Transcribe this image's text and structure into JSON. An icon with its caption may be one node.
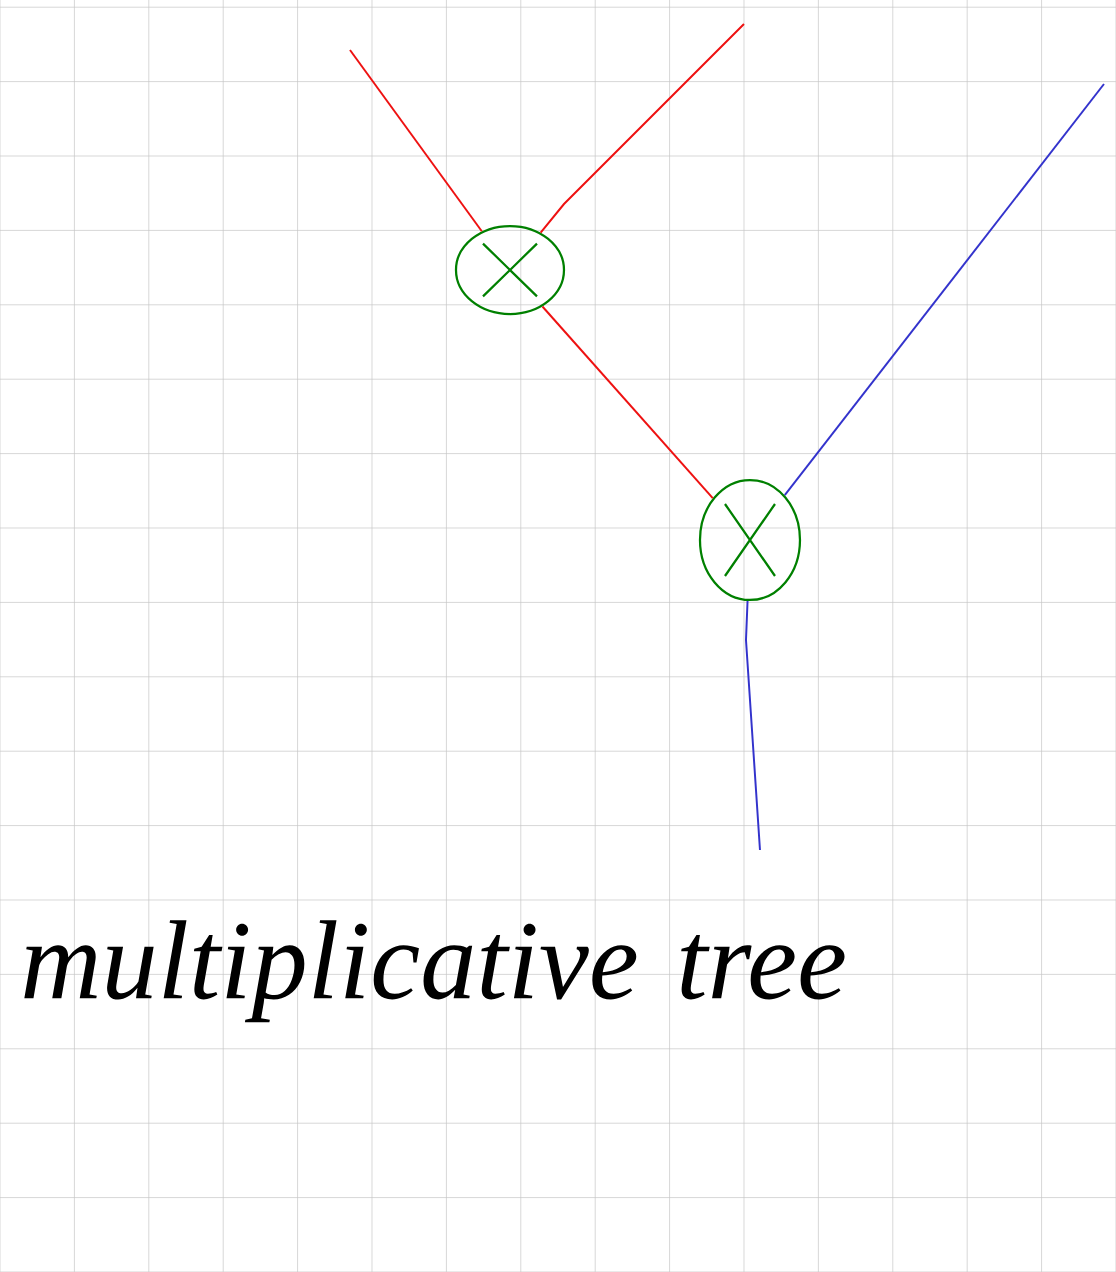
{
  "diagram": {
    "nodes": [
      {
        "text": [],
        "shape": "circle"
      },
      {
        "text": [],
        "shape": "circle"
      }
    ],
    "edges": [
      {
        "from": null,
        "to": 0,
        "arrow": "none"
      },
      {
        "from": null,
        "to": 0,
        "arrow": "none"
      },
      {
        "from": 0,
        "to": 1,
        "arrow": "none"
      },
      {
        "from": null,
        "to": 1,
        "arrow": "none",
        "color": "#3333cc"
      },
      {
        "from": 1,
        "to": null,
        "arrow": "none",
        "color": "#3333cc"
      }
    ],
    "labels": [
      "multiplicative tree"
    ]
  }
}
